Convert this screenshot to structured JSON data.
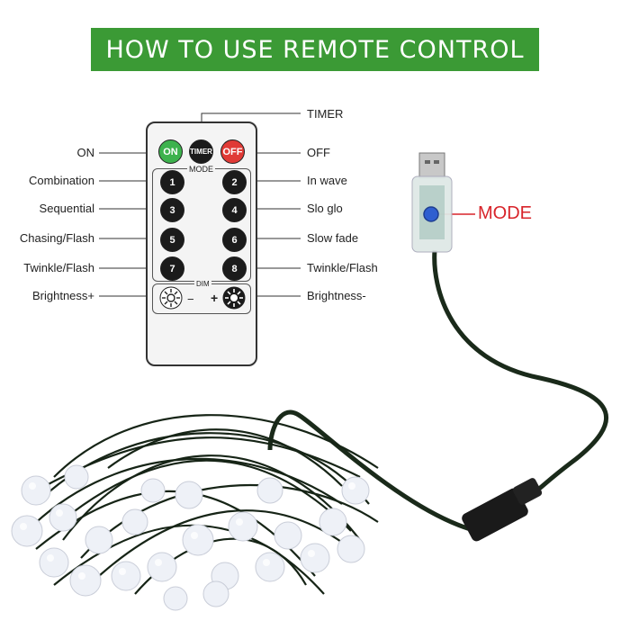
{
  "banner": {
    "title": "HOW TO USE REMOTE CONTROL"
  },
  "labels_left": [
    "ON",
    "Combination",
    "Sequential",
    "Chasing/Flash",
    "Twinkle/Flash",
    "Brightness+"
  ],
  "labels_right": [
    "OFF",
    "In wave",
    "Slo glo",
    "Slow fade",
    "Twinkle/Flash",
    "Brightness-"
  ],
  "timer_label": "TIMER",
  "remote": {
    "on_label": "ON",
    "timer_label": "TIMER",
    "off_label": "OFF",
    "mode_label": "MODE",
    "numbers": [
      "1",
      "2",
      "3",
      "4",
      "5",
      "6",
      "7",
      "8"
    ],
    "dim_label": "DIM",
    "minus": "−",
    "plus": "+"
  },
  "usb": {
    "mode_label": "MODE"
  },
  "colors": {
    "banner": "#3b9a35",
    "on": "#3db24d",
    "off": "#e03a36",
    "mode_text": "#d8242a",
    "usb_button": "#2f5fd0",
    "wire": "#1a2a1a"
  }
}
